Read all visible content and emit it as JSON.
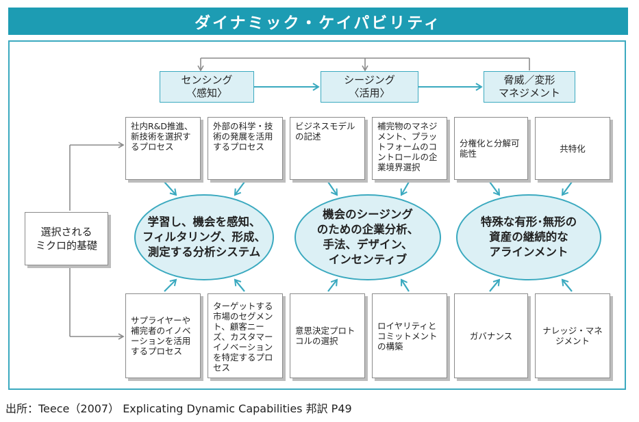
{
  "title": "ダイナミック・ケイパビリティ",
  "capabilities": {
    "sensing": "センシング\n〈感知〉",
    "seizing": "シージング\n〈活用〉",
    "transforming": "脅威／変形\nマネジメント"
  },
  "top_boxes": [
    "社内R&D推進、新技術を選択するプロセス",
    "外部の科学・技術の発展を活用するプロセス",
    "ビジネスモデルの記述",
    "補完物のマネジメント、プラットフォームのコントロールの企業境界選択",
    "分権化と分解可能性",
    "共特化"
  ],
  "ellipses": [
    "学習し、機会を感知、\nフィルタリング、形成、\n測定する分析システム",
    "機会のシージング\nのための企業分析、\n手法、デザイン、\nインセンティブ",
    "特殊な有形･無形の\n資産の継続的な\nアラインメント"
  ],
  "micro_foundation": "選択される\nミクロ的基礎",
  "bottom_boxes": [
    "サプライヤーや補完者のイノベーションを活用するプロセス",
    "ターゲットする市場のセグメント、顧客ニーズ、カスタマーイノベーションを特定するプロセス",
    "意思決定プロトコルの選択",
    "ロイヤリティとコミットメントの構築",
    "ガバナンス",
    "ナレッジ・マネジメント"
  ],
  "source": "出所：Teece（2007） Explicating Dynamic Capabilities 邦訳 P49",
  "colors": {
    "accent": "#1d9cb3",
    "light": "#dcf0f5",
    "gray_line": "#8a8a8a"
  }
}
